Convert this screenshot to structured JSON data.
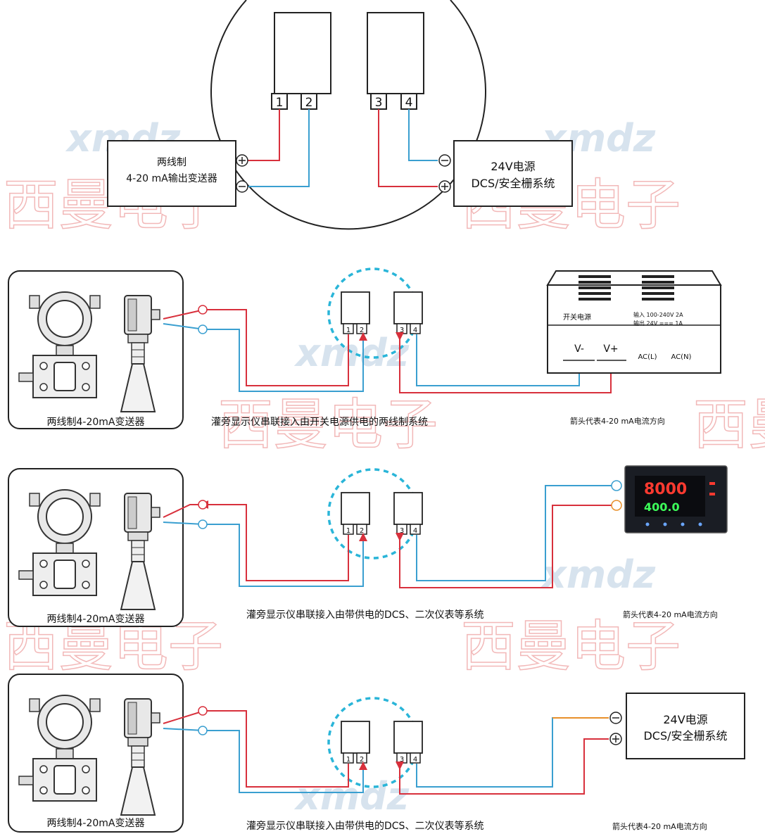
{
  "colors": {
    "red_wire": "#d8303c",
    "blue_wire": "#3a9fd0",
    "orange_wire": "#e8902a",
    "dashed_circle": "#2ab5d8",
    "watermark_text": "#f2b8b8",
    "watermark_logo": "#d7e3ee"
  },
  "watermark": {
    "text": "西曼电子",
    "logo": "xmdz"
  },
  "top_diagram": {
    "terminals": [
      "1",
      "2",
      "3",
      "4"
    ],
    "transmitter_line1": "两线制",
    "transmitter_line2": "4-20 mA输出变送器",
    "power_line1": "24V电源",
    "power_line2": "DCS/安全栅系统"
  },
  "row1": {
    "device_label": "两线制4-20mA变送器",
    "caption": "灌旁显示仪串联接入由开关电源供电的两线制系统",
    "note": "箭头代表4-20 mA电流方向",
    "psu_title": "开关电源",
    "psu_spec1": "输入 100-240V 2A",
    "psu_spec2": "输出 24V === 1A",
    "psu_vminus": "V-",
    "psu_vplus": "V+",
    "psu_acl": "AC(L)",
    "psu_acn": "AC(N)",
    "terminals": [
      "1",
      "2",
      "3",
      "4"
    ]
  },
  "row2": {
    "device_label": "两线制4-20mA变送器",
    "caption": "灌旁显示仪串联接入由带供电的DCS、二次仪表等系统",
    "note": "箭头代表4-20 mA电流方向",
    "meter_top": "8000",
    "meter_bottom": "400.0",
    "terminals": [
      "1",
      "2",
      "3",
      "4"
    ]
  },
  "row3": {
    "device_label": "两线制4-20mA变送器",
    "caption": "灌旁显示仪串联接入由带供电的DCS、二次仪表等系统",
    "note": "箭头代表4-20 mA电流方向",
    "power_line1": "24V电源",
    "power_line2": "DCS/安全栅系统",
    "terminals": [
      "1",
      "2",
      "3",
      "4"
    ]
  }
}
